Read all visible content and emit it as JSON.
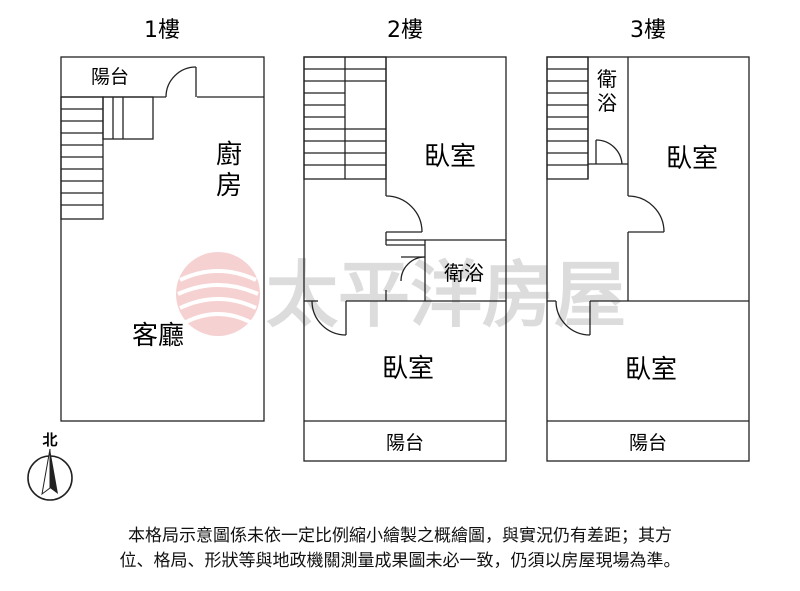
{
  "floors": {
    "f1": {
      "title": "1樓",
      "rooms": {
        "balcony": "陽台",
        "kitchen_1": "廚",
        "kitchen_2": "房",
        "living": "客廳"
      }
    },
    "f2": {
      "title": "2樓",
      "rooms": {
        "bedroom_top": "臥室",
        "bathroom": "衛浴",
        "bedroom_bottom": "臥室",
        "balcony": "陽台"
      }
    },
    "f3": {
      "title": "3樓",
      "rooms": {
        "bathroom_1": "衛",
        "bathroom_2": "浴",
        "bedroom_top": "臥室",
        "bedroom_bottom": "臥室",
        "balcony": "陽台"
      }
    }
  },
  "watermark": {
    "text": "太平洋房屋"
  },
  "compass": {
    "label": "北"
  },
  "disclaimer": {
    "line1": "本格局示意圖係未依一定比例縮小繪製之概繪圖，與實況仍有差距；其方",
    "line2": "位、格局、形狀等與地政機關測量成果圖未必一致，仍須以房屋現場為準。"
  },
  "colors": {
    "wall": "#222222",
    "watermark_text": "#d9d9d9",
    "watermark_logo": "#f0b3b3"
  }
}
